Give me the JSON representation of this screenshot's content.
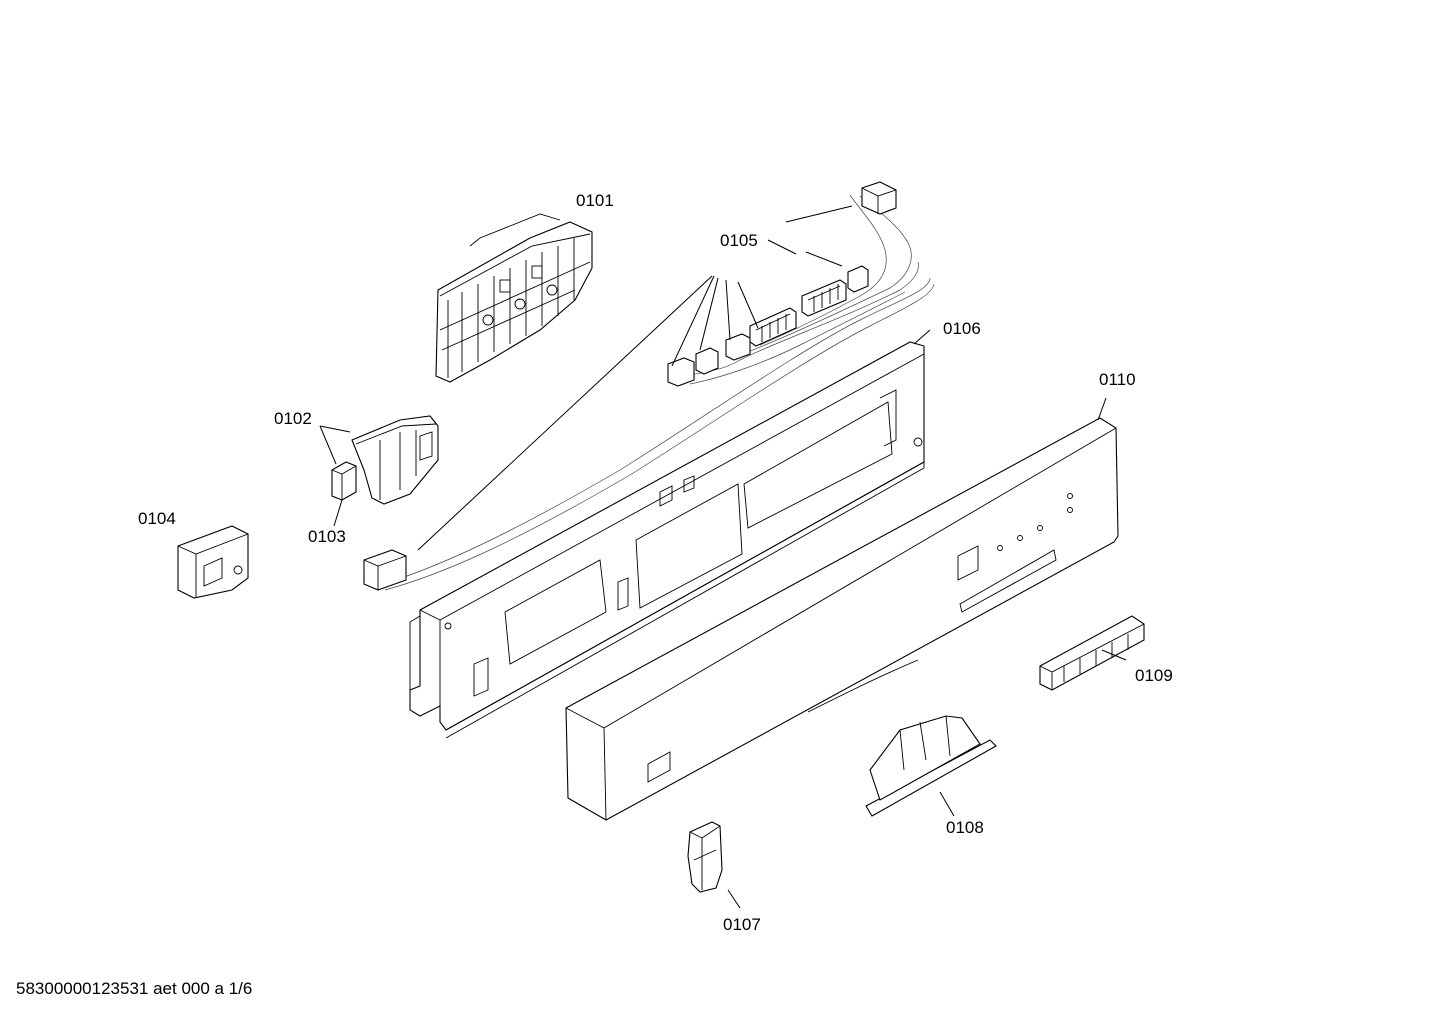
{
  "parts": [
    {
      "id": "p0101",
      "label": "0101",
      "name": "control-module"
    },
    {
      "id": "p0102",
      "label": "0102",
      "name": "door-switch"
    },
    {
      "id": "p0103",
      "label": "0103",
      "name": "switch-component"
    },
    {
      "id": "p0104",
      "label": "0104",
      "name": "relay-module"
    },
    {
      "id": "p0105",
      "label": "0105",
      "name": "wiring-harness"
    },
    {
      "id": "p0106",
      "label": "0106",
      "name": "inner-panel-frame"
    },
    {
      "id": "p0107",
      "label": "0107",
      "name": "clip-bracket"
    },
    {
      "id": "p0108",
      "label": "0108",
      "name": "door-handle"
    },
    {
      "id": "p0109",
      "label": "0109",
      "name": "push-button-strip"
    },
    {
      "id": "p0110",
      "label": "0110",
      "name": "control-panel-fascia"
    }
  ],
  "footer": {
    "text": "58300000123531 aet 000 a 1/6"
  }
}
